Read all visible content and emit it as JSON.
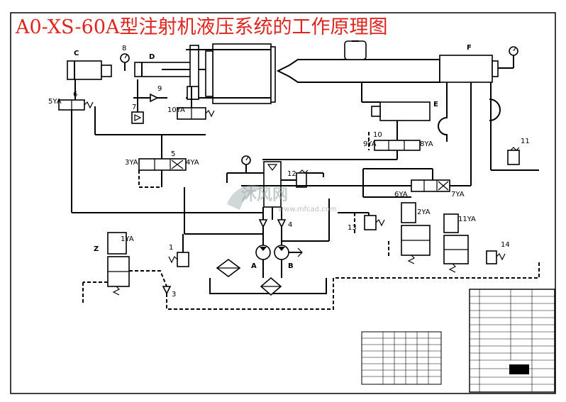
{
  "title": "A0-XS-60A型注射机液压系统的工作原理图",
  "labels": {
    "C": "C",
    "D": "D",
    "F": "F",
    "E": "E",
    "A": "A",
    "B": "B",
    "Z": "Z",
    "n1": "1",
    "n3": "3",
    "n4": "4",
    "n5": "5",
    "n6": "6",
    "n7": "7",
    "n8": "8",
    "n9": "9",
    "n10": "10",
    "n11": "11",
    "n12": "12",
    "n13": "13",
    "n14": "14",
    "ya5": "5YA",
    "ya10": "10YA",
    "ya3": "3YA",
    "ya4": "4YA",
    "ya9": "9YA",
    "ya8": "8YA",
    "ya6": "6YA",
    "ya7": "7YA",
    "ya1": "1YA",
    "ya2": "2YA",
    "ya11": "11YA"
  },
  "watermark": {
    "text": "沐风网",
    "url": "www.mfcad.com"
  },
  "colors": {
    "title": "#e0241f",
    "line": "#000000",
    "watermark": "#9aa6a6"
  }
}
